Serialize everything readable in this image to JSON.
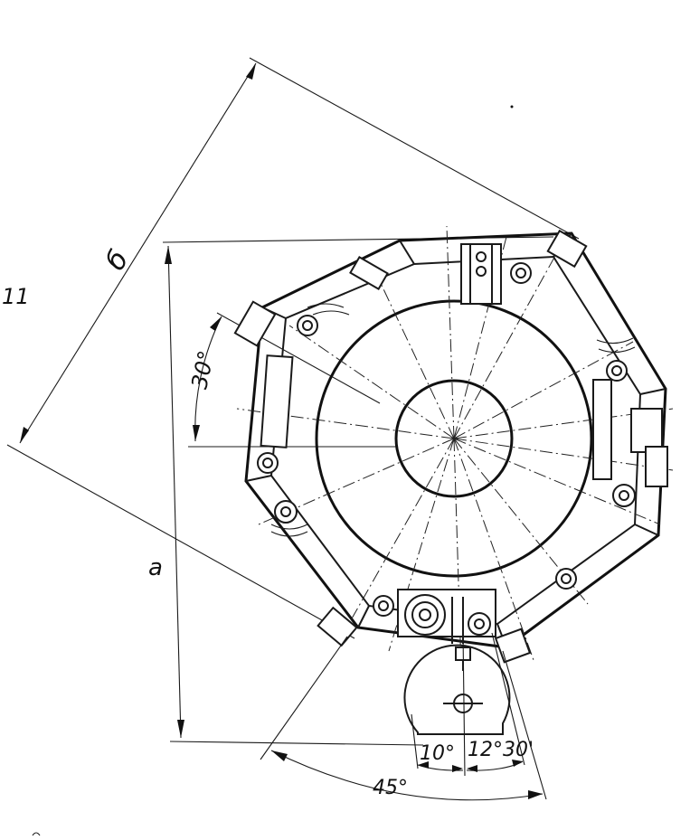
{
  "labels": {
    "side_b": "б",
    "side_a": "а",
    "figure_ref": "11",
    "angle_30": "30°",
    "angle_10": "10°",
    "angle_12_30": "12°30'",
    "angle_45": "45°"
  }
}
